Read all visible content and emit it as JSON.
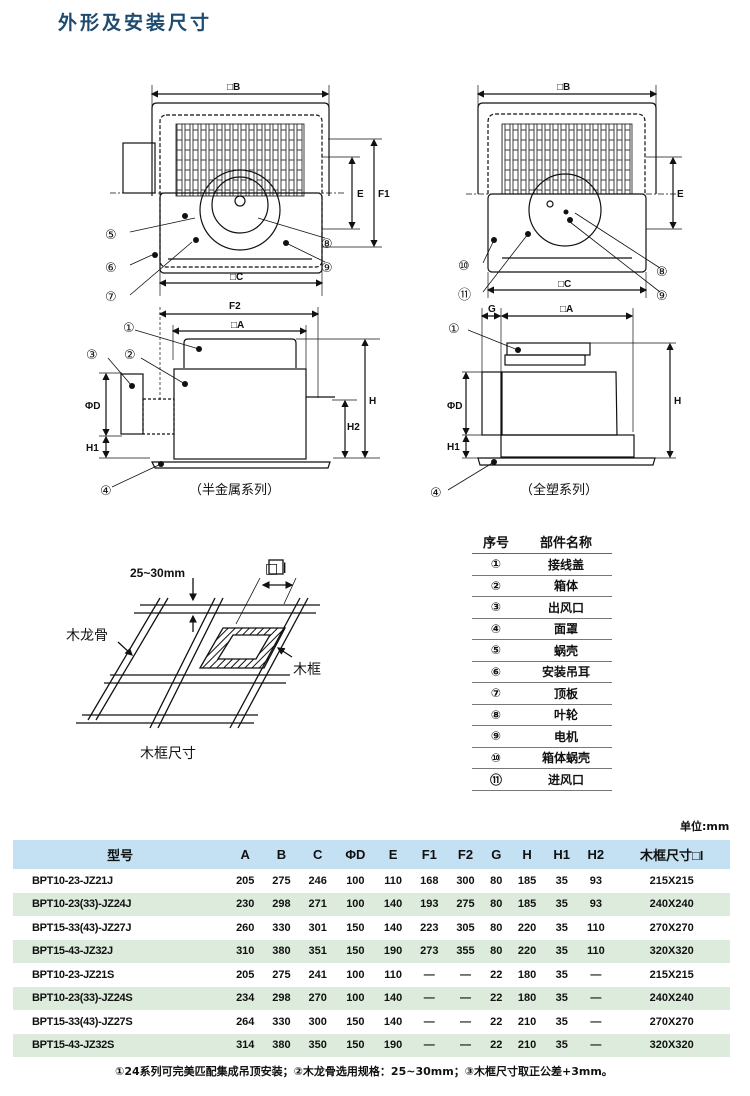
{
  "title": "外形及安装尺寸",
  "drawings": {
    "top_left": {
      "dim_B": "□B",
      "dim_C": "□C",
      "dim_E": "E",
      "dim_F1": "F1",
      "callouts": [
        "⑤",
        "⑥",
        "⑦",
        "⑧",
        "⑨"
      ]
    },
    "side_left": {
      "dim_F2": "F2",
      "dim_A": "□A",
      "dim_D": "ΦD",
      "dim_H": "H",
      "dim_H1": "H1",
      "dim_H2": "H2",
      "callouts": [
        "①",
        "②",
        "③",
        "④"
      ],
      "caption": "（半金属系列）"
    },
    "top_right": {
      "dim_B": "□B",
      "dim_C": "□C",
      "dim_E": "E",
      "callouts": [
        "⑩",
        "⑪",
        "⑧",
        "⑨"
      ]
    },
    "side_right": {
      "dim_G": "G",
      "dim_A": "□A",
      "dim_D": "ΦD",
      "dim_H": "H",
      "dim_H1": "H1",
      "callouts": [
        "①",
        "④"
      ],
      "caption": "（全塑系列）"
    },
    "frame": {
      "spacing": "25~30mm",
      "dim_I": "□ I",
      "joist_label": "木龙骨",
      "frame_label": "木框",
      "caption": "木框尺寸"
    }
  },
  "parts_table": {
    "headers": [
      "序号",
      "部件名称"
    ],
    "rows": [
      {
        "no": "①",
        "name": "接线盖"
      },
      {
        "no": "②",
        "name": "箱体"
      },
      {
        "no": "③",
        "name": "出风口"
      },
      {
        "no": "④",
        "name": "面罩"
      },
      {
        "no": "⑤",
        "name": "蜗壳"
      },
      {
        "no": "⑥",
        "name": "安装吊耳"
      },
      {
        "no": "⑦",
        "name": "顶板"
      },
      {
        "no": "⑧",
        "name": "叶轮"
      },
      {
        "no": "⑨",
        "name": "电机"
      },
      {
        "no": "⑩",
        "name": "箱体蜗壳"
      },
      {
        "no": "⑪",
        "name": "进风口"
      }
    ]
  },
  "unit": "单位:mm",
  "spec_table": {
    "headers": [
      "型号",
      "A",
      "B",
      "C",
      "ΦD",
      "E",
      "F1",
      "F2",
      "G",
      "H",
      "H1",
      "H2",
      "木框尺寸□I"
    ],
    "rows": [
      [
        "BPT10-23-JZ21J",
        "205",
        "275",
        "246",
        "100",
        "110",
        "168",
        "300",
        "80",
        "185",
        "35",
        "93",
        "215X215"
      ],
      [
        "BPT10-23(33)-JZ24J",
        "230",
        "298",
        "271",
        "100",
        "140",
        "193",
        "275",
        "80",
        "185",
        "35",
        "93",
        "240X240"
      ],
      [
        "BPT15-33(43)-JZ27J",
        "260",
        "330",
        "301",
        "150",
        "140",
        "223",
        "305",
        "80",
        "220",
        "35",
        "110",
        "270X270"
      ],
      [
        "BPT15-43-JZ32J",
        "310",
        "380",
        "351",
        "150",
        "190",
        "273",
        "355",
        "80",
        "220",
        "35",
        "110",
        "320X320"
      ],
      [
        "BPT10-23-JZ21S",
        "205",
        "275",
        "241",
        "100",
        "110",
        "—",
        "—",
        "22",
        "180",
        "35",
        "—",
        "215X215"
      ],
      [
        "BPT10-23(33)-JZ24S",
        "234",
        "298",
        "270",
        "100",
        "140",
        "—",
        "—",
        "22",
        "180",
        "35",
        "—",
        "240X240"
      ],
      [
        "BPT15-33(43)-JZ27S",
        "264",
        "330",
        "300",
        "150",
        "140",
        "—",
        "—",
        "22",
        "210",
        "35",
        "—",
        "270X270"
      ],
      [
        "BPT15-43-JZ32S",
        "314",
        "380",
        "350",
        "150",
        "190",
        "—",
        "—",
        "22",
        "210",
        "35",
        "—",
        "320X320"
      ]
    ]
  },
  "note": "①24系列可完美匹配集成吊顶安装；②木龙骨选用规格：25~30mm；③木框尺寸取正公差+3mm。",
  "colors": {
    "title": "#1d4a6e",
    "header_bg": "#c3e1f3",
    "stripe_bg": "#dcebdc"
  }
}
